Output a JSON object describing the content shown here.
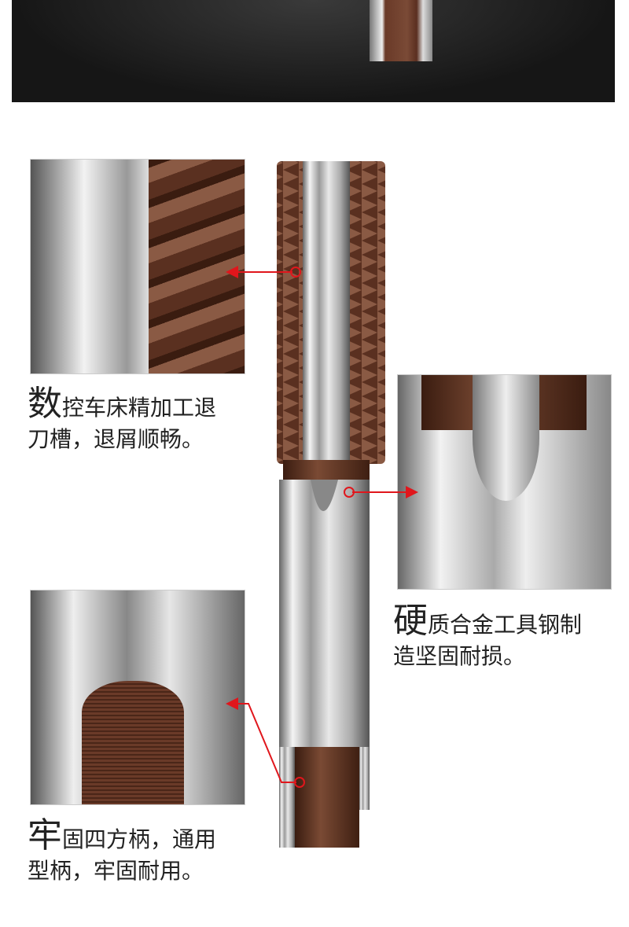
{
  "features": [
    {
      "lead": "数",
      "rest": "控车床精加工退",
      "line2": "刀槽，退屑顺畅。"
    },
    {
      "lead": "硬",
      "rest": "质合金工具钢制",
      "line2": "造坚固耐损。"
    },
    {
      "lead": "牢",
      "rest": "固四方柄，通用",
      "line2": "型柄，牢固耐用。"
    }
  ],
  "colors": {
    "accent": "#e0161c",
    "bronze": "#6b3a27",
    "steel": "#c8c8c8"
  }
}
